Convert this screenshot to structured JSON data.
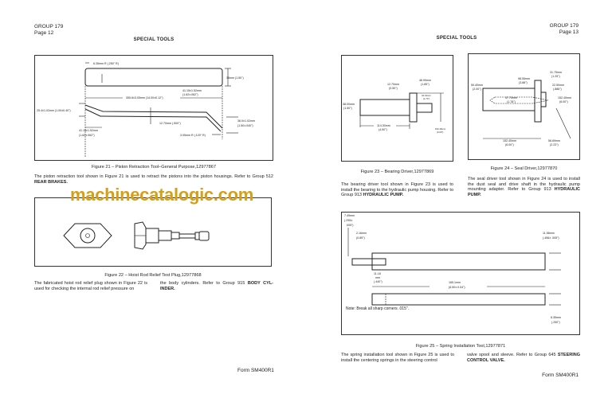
{
  "left_page": {
    "group": "GROUP 179",
    "page": "Page 12",
    "title": "SPECIAL TOOLS",
    "figure21": {
      "caption": "Figure 21 – Piston Retraction Tool–General Purpose,12977867",
      "labels": {
        "radius_top": "6.35mm R (.250\" R)",
        "height": "38mm (1.50\")",
        "length": "355.6±3.05mm (14.00±0.12\")",
        "bend_right_a": "41.15±1.52mm",
        "bend_right_b": "(1.62±.062\")",
        "offset_left": "25.4±1.02mm (1.00±0.40\")",
        "thickness": "12.70mm (.500\")",
        "offset_right_a": "36.0±1.02mm",
        "offset_right_b": "(1.50±.040\")",
        "bend_left_a": "41.15±1.52mm",
        "bend_left_b": "(1.62±.062\")",
        "radius_bottom": "3.05mm R (.120\" R)"
      },
      "text": "The piston retraction tool shown in Figure 21 is used to retract the pistons into the piston housings. Refer to Group 512 ",
      "text_bold": "REAR BRAKES."
    },
    "figure22": {
      "caption": "Figure 22 – Hoist Rod Relief Test Plug,12977868",
      "text_col1": "The fabricated hoist rod relief plug shown in Figure 22 is used for checking the internal rod relief pressure on",
      "text_col2": "the body cylinders. Refer to Group 915 ",
      "text_col2_bold": "BODY CYL-INDER."
    },
    "footer": "Form SM400R1"
  },
  "right_page": {
    "group": "GROUP 179",
    "page": "Page 13",
    "title": "SPECIAL TOOLS",
    "figure23": {
      "caption": "Figure 23 – Bearing Driver,12977869",
      "labels": {
        "a1": "46.99mm",
        "a2": "(1.85\")",
        "b1": "12.70mm",
        "b2": "(0.50\")",
        "c1": "44.19mm",
        "c2": "(1.74\")",
        "d1": "38.00mm",
        "d2": "(1.50\")",
        "e1": "114.30mm",
        "e2": "(4.50\")",
        "f1": "152.40mm",
        "f2": "(3.00\")"
      },
      "text": "The bearing driver tool shown in Figure 23 is used to install the bearing to the hydraulic pump housing. Refer to Group 913 ",
      "text_bold": "HYDRAULIC PUMP."
    },
    "figure24": {
      "caption": "Figure 24 – Seal Driver,12977870",
      "labels": {
        "a1": "31.75mm",
        "a2": "(1.25\")",
        "b1": "98.55mm",
        "b2": "(3.88\")",
        "c1": "22.50mm",
        "c2": "(.886\")",
        "d1": "50.40mm",
        "d2": "(2.00\")",
        "e1": "47.70mm",
        "e2": "(1.78\")",
        "f1": "152.40mm",
        "f2": "(6.00\")",
        "g1": "152.40mm",
        "g2": "(6.00\")",
        "h1": "56.69mm",
        "h2": "(2.23\")"
      },
      "text": "The seal driver tool shown in Figure 24 is used to install the dust seal and drive shaft in the hydraulic pump mounting adapter. Refer to Group 913 ",
      "text_bold": "HYDRAULIC PUMP."
    },
    "figure25": {
      "caption": "Figure 25 – Spring Installation Tool,12977871",
      "labels": {
        "a1": "7.49mm",
        "a2": "(.295±",
        "a3": ".005\")",
        "b1": "2.16mm",
        "b2": "(0.85\")",
        "c1": "11.58mm",
        "c2": "(.456± .005\")",
        "d1": "11.18",
        "d2": "mm",
        "d3": "(.440\")",
        "e1": "165.1mm",
        "e2": "(6.50± 0.04\")",
        "f1": "6.35mm",
        "f2": "(.250\")"
      },
      "note": "Note: Break all sharp corners .015\".",
      "text_col1": "The spring installation tool shown in Figure 25 is used to install the centering springs in the steering control",
      "text_col2": "valve spool and sleeve. Refer to Group 645 ",
      "text_col2_bold": "STEERING CONTROL VALVE."
    },
    "footer": "Form SM400R1"
  },
  "watermark": "machinecatalogic.com",
  "colors": {
    "watermark": "#d4a017",
    "ink": "#222222"
  }
}
